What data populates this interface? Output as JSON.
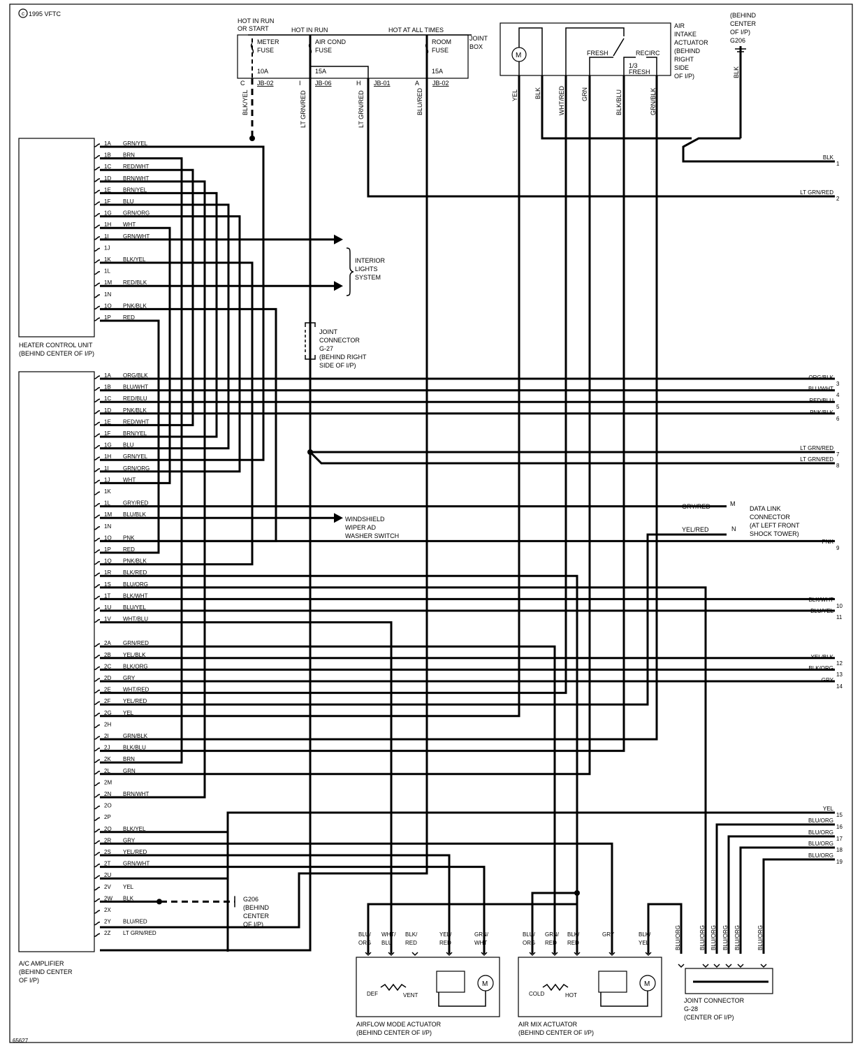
{
  "copyright": "1995 VFTC",
  "figure_code": "65627",
  "power": {
    "hot_in_run_or_start": "HOT IN RUN\nOR START",
    "hot_in_run": "HOT IN RUN",
    "hot_at_all_times": "HOT AT ALL TIMES",
    "joint_box": "JOINT\nBOX",
    "fuses": [
      {
        "name": "METER\nFUSE",
        "amps": "10A",
        "terminal": "C",
        "connector": "JB-02",
        "wire": "BLK/YEL"
      },
      {
        "name": "AIR COND\nFUSE",
        "amps": "15A",
        "terminal": "I",
        "connector": "JB-06",
        "wire": "LT GRN/RED"
      },
      {
        "name": "",
        "amps": "",
        "terminal": "H",
        "connector": "JB-01",
        "wire": "LT GRN/RED"
      },
      {
        "name": "ROOM\nFUSE",
        "amps": "15A",
        "terminal": "A",
        "connector": "JB-02",
        "wire": "BLU/RED"
      }
    ]
  },
  "air_intake_actuator": {
    "label": "AIR\nINTAKE\nACTUATOR\n(BEHIND\nRIGHT\nSIDE\nOF I/P)",
    "fresh": "FRESH",
    "recirc": "RECIRC",
    "fresh_13": "1/3\nFRESH",
    "wires": [
      "YEL",
      "BLK",
      "WHT/RED",
      "GRN",
      "BLK/BLU",
      "GRN/BLK"
    ],
    "motor": "M"
  },
  "ground_top": {
    "label": "(BEHIND\nCENTER\nOF I/P)\nG206",
    "wire": "BLK"
  },
  "heater_control_unit": {
    "label": "HEATER CONTROL UNIT\n(BEHIND CENTER OF I/P)",
    "pins": [
      {
        "pin": "1A",
        "wire": "GRN/YEL"
      },
      {
        "pin": "1B",
        "wire": "BRN"
      },
      {
        "pin": "1C",
        "wire": "RED/WHT"
      },
      {
        "pin": "1D",
        "wire": "BRN/WHT"
      },
      {
        "pin": "1E",
        "wire": "BRN/YEL"
      },
      {
        "pin": "1F",
        "wire": "BLU"
      },
      {
        "pin": "1G",
        "wire": "GRN/ORG"
      },
      {
        "pin": "1H",
        "wire": "WHT"
      },
      {
        "pin": "1I",
        "wire": "GRN/WHT"
      },
      {
        "pin": "1J",
        "wire": ""
      },
      {
        "pin": "1K",
        "wire": "BLK/YEL"
      },
      {
        "pin": "1L",
        "wire": ""
      },
      {
        "pin": "1M",
        "wire": "RED/BLK"
      },
      {
        "pin": "1N",
        "wire": ""
      },
      {
        "pin": "1O",
        "wire": "PNK/BLK"
      },
      {
        "pin": "1P",
        "wire": "RED"
      }
    ]
  },
  "interior_lights": "INTERIOR\nLIGHTS\nSYSTEM",
  "joint_connector_g27": "JOINT\nCONNECTOR\nG-27\n(BEHIND RIGHT\nSIDE OF I/P)",
  "ac_amplifier": {
    "label": "A/C AMPLIFIER\n(BEHIND CENTER\nOF I/P)",
    "pins": [
      {
        "pin": "1A",
        "wire": "ORG/BLK"
      },
      {
        "pin": "1B",
        "wire": "BLU/WHT"
      },
      {
        "pin": "1C",
        "wire": "RED/BLU"
      },
      {
        "pin": "1D",
        "wire": "PNK/BLK"
      },
      {
        "pin": "1E",
        "wire": "RED/WHT"
      },
      {
        "pin": "1F",
        "wire": "BRN/YEL"
      },
      {
        "pin": "1G",
        "wire": "BLU"
      },
      {
        "pin": "1H",
        "wire": "GRN/YEL"
      },
      {
        "pin": "1I",
        "wire": "GRN/ORG"
      },
      {
        "pin": "1J",
        "wire": "WHT"
      },
      {
        "pin": "1K",
        "wire": ""
      },
      {
        "pin": "1L",
        "wire": "GRY/RED"
      },
      {
        "pin": "1M",
        "wire": "BLU/BLK"
      },
      {
        "pin": "1N",
        "wire": ""
      },
      {
        "pin": "1O",
        "wire": "PNK"
      },
      {
        "pin": "1P",
        "wire": "RED"
      },
      {
        "pin": "1Q",
        "wire": "PNK/BLK"
      },
      {
        "pin": "1R",
        "wire": "BLK/RED"
      },
      {
        "pin": "1S",
        "wire": "BLU/ORG"
      },
      {
        "pin": "1T",
        "wire": "BLK/WHT"
      },
      {
        "pin": "1U",
        "wire": "BLU/YEL"
      },
      {
        "pin": "1V",
        "wire": "WHT/BLU"
      },
      {
        "pin": "2A",
        "wire": "GRN/RED"
      },
      {
        "pin": "2B",
        "wire": "YEL/BLK"
      },
      {
        "pin": "2C",
        "wire": "BLK/ORG"
      },
      {
        "pin": "2D",
        "wire": "GRY"
      },
      {
        "pin": "2E",
        "wire": "WHT/RED"
      },
      {
        "pin": "2F",
        "wire": "YEL/RED"
      },
      {
        "pin": "2G",
        "wire": "YEL"
      },
      {
        "pin": "2H",
        "wire": ""
      },
      {
        "pin": "2I",
        "wire": "GRN/BLK"
      },
      {
        "pin": "2J",
        "wire": "BLK/BLU"
      },
      {
        "pin": "2K",
        "wire": "BRN"
      },
      {
        "pin": "2L",
        "wire": "GRN"
      },
      {
        "pin": "2M",
        "wire": ""
      },
      {
        "pin": "2N",
        "wire": "BRN/WHT"
      },
      {
        "pin": "2O",
        "wire": ""
      },
      {
        "pin": "2P",
        "wire": ""
      },
      {
        "pin": "2Q",
        "wire": "BLK/YEL"
      },
      {
        "pin": "2R",
        "wire": "GRY"
      },
      {
        "pin": "2S",
        "wire": "YEL/RED"
      },
      {
        "pin": "2T",
        "wire": "GRN/WHT"
      },
      {
        "pin": "2U",
        "wire": ""
      },
      {
        "pin": "2V",
        "wire": "YEL"
      },
      {
        "pin": "2W",
        "wire": "BLK"
      },
      {
        "pin": "2X",
        "wire": ""
      },
      {
        "pin": "2Y",
        "wire": "BLU/RED"
      },
      {
        "pin": "2Z",
        "wire": "LT GRN/RED"
      }
    ]
  },
  "right_outputs": [
    {
      "wire": "BLK",
      "num": "1"
    },
    {
      "wire": "LT GRN/RED",
      "num": "2"
    },
    {
      "wire": "ORG/BLK",
      "num": "3"
    },
    {
      "wire": "BLU/WHT",
      "num": "4"
    },
    {
      "wire": "RED/BLU",
      "num": "5"
    },
    {
      "wire": "PNK/BLK",
      "num": "6"
    },
    {
      "wire": "LT GRN/RED",
      "num": "7"
    },
    {
      "wire": "LT GRN/RED",
      "num": "8"
    },
    {
      "wire": "PNK",
      "num": "9"
    },
    {
      "wire": "BLK/WHT",
      "num": "10"
    },
    {
      "wire": "BLU/YEL",
      "num": "11"
    },
    {
      "wire": "YEL/BLK",
      "num": "12"
    },
    {
      "wire": "BLK/ORG",
      "num": "13"
    },
    {
      "wire": "GRY",
      "num": "14"
    },
    {
      "wire": "YEL",
      "num": "15"
    },
    {
      "wire": "BLU/ORG",
      "num": "16"
    },
    {
      "wire": "BLU/ORG",
      "num": "17"
    },
    {
      "wire": "BLU/ORG",
      "num": "18"
    },
    {
      "wire": "BLU/ORG",
      "num": "19"
    }
  ],
  "data_link": {
    "label": "DATA LINK\nCONNECTOR\n(AT LEFT FRONT\nSHOCK TOWER)",
    "wire_m": "GRY/RED",
    "pin_m": "M",
    "wire_n": "YEL/RED",
    "pin_n": "N"
  },
  "wiper_switch": "WINDSHIELD\nWIPER AD\nWASHER SWITCH",
  "g206_bottom": "G206\n(BEHIND\nCENTER\nOF I/P)",
  "airflow_actuator": {
    "label": "AIRFLOW MODE ACTUATOR\n(BEHIND CENTER OF I/P)",
    "wires": [
      "BLU/\nORG",
      "WHT/\nBLU",
      "BLK/\nRED",
      "YEL/\nRED",
      "GRN/\nWHT"
    ],
    "def": "DEF",
    "vent": "VENT",
    "motor": "M"
  },
  "airmix_actuator": {
    "label": "AIR MIX ACTUATOR\n(BEHIND CENTER OF I/P)",
    "wires": [
      "BLU/\nORG",
      "GRN/\nRED",
      "BLK/\nRED",
      "GRY",
      "BLK/\nYEL"
    ],
    "cold": "COLD",
    "hot": "HOT",
    "motor": "M"
  },
  "joint_connector_g28": {
    "label": "JOINT CONNECTOR\nG-28\n(CENTER OF I/P)",
    "wires": [
      "BLU/ORG",
      "BLU/ORG",
      "BLU/ORG",
      "BLU/ORG",
      "BLU/ORG",
      "BLU/ORG"
    ]
  }
}
